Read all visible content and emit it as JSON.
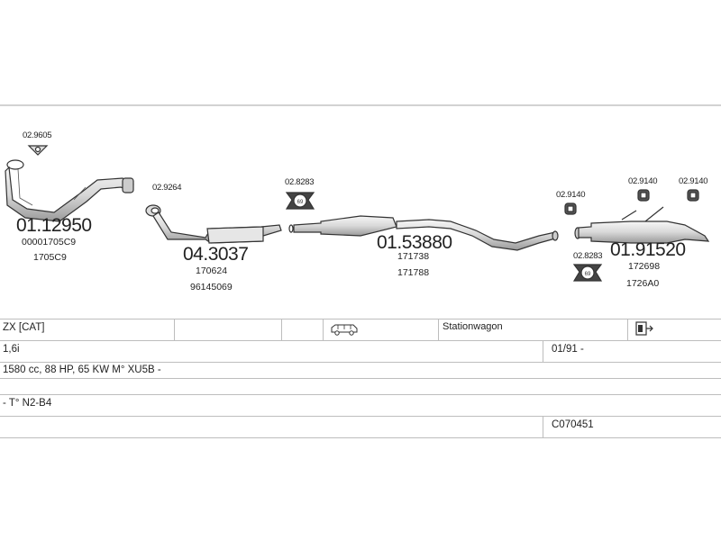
{
  "parts": {
    "front_pipe": {
      "number": "01.12950",
      "refs": [
        "00001705C9",
        "1705C9"
      ]
    },
    "catalyst": {
      "number": "04.3037",
      "refs": [
        "170624",
        "96145069"
      ]
    },
    "middle_silencer": {
      "number": "01.53880",
      "refs": [
        "171738",
        "171788"
      ]
    },
    "rear_silencer": {
      "number": "01.91520",
      "refs": [
        "172698",
        "1726A0"
      ]
    },
    "accessories": {
      "gasket_front": "02.9605",
      "clamp_cat": "02.9264",
      "bracket_mid": "02.8283",
      "hanger_left": "02.9140",
      "hanger_mid": "02.9140",
      "hanger_right": "02.9140",
      "bracket_rear": "02.8283"
    }
  },
  "table": {
    "model": "ZX  [CAT]",
    "body_type": "Stationwagon",
    "engine": "1,6i",
    "date_range": "01/91 -",
    "engine_spec": "1580 cc, 88 HP, 65 KW M° XU5B -",
    "chassis": "- T° N2-B4",
    "kit_code": "C070451",
    "icons": {
      "vehicle": "station-wagon-icon",
      "exhaust": "exhaust-outlet-icon"
    }
  },
  "colors": {
    "line": "#bdbdbd",
    "part_fill": "#e8e8e8",
    "part_stroke": "#333333",
    "text": "#222222"
  }
}
